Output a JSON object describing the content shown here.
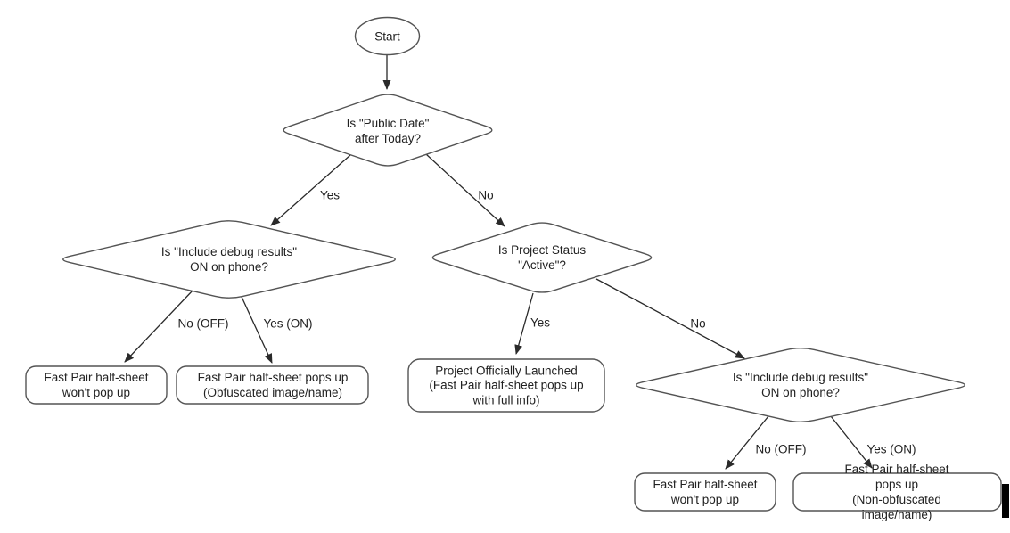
{
  "diagram": {
    "nodes": {
      "start": {
        "label": "Start"
      },
      "decision_public_date": {
        "label": "Is \"Public Date\"\nafter Today?"
      },
      "decision_debug_left": {
        "label": "Is \"Include debug results\"\nON on phone?"
      },
      "decision_project_status": {
        "label": "Is Project Status\n\"Active\"?"
      },
      "decision_debug_right": {
        "label": "Is \"Include debug results\"\nON on phone?"
      },
      "result_no_popup_left": {
        "label": "Fast Pair half-sheet\nwon't pop up"
      },
      "result_obfuscated": {
        "label": "Fast Pair half-sheet pops up\n(Obfuscated image/name)"
      },
      "result_launched": {
        "label": "Project Officially Launched\n(Fast Pair half-sheet pops up\nwith full info)"
      },
      "result_no_popup_right": {
        "label": "Fast Pair half-sheet\nwon't pop up"
      },
      "result_non_obfuscated": {
        "label": "Fast Pair half-sheet pops up\n(Non-obfuscated image/name)"
      }
    },
    "edge_labels": {
      "public_date_yes": "Yes",
      "public_date_no": "No",
      "debug_left_no": "No (OFF)",
      "debug_left_yes": "Yes (ON)",
      "project_status_yes": "Yes",
      "project_status_no": "No",
      "debug_right_no": "No (OFF)",
      "debug_right_yes": "Yes (ON)"
    },
    "colors": {
      "shape_stroke": "#545454",
      "arrow": "#2a2a2a",
      "text": "#212121",
      "background": "#ffffff",
      "cursor_artifact": "#000000"
    }
  }
}
